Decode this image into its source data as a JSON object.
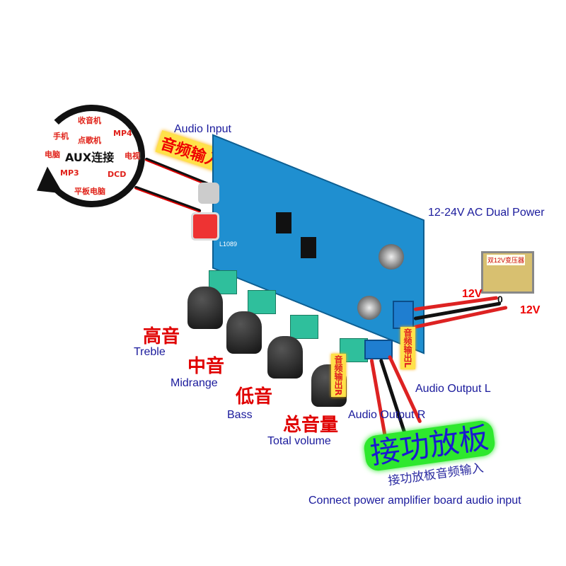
{
  "aux_circle": {
    "center_label": "AUX连接",
    "sources": [
      "收音机",
      "手机",
      "点歌机",
      "MP4",
      "电脑",
      "电视",
      "MP3",
      "DCD",
      "平板电脑"
    ]
  },
  "labels": {
    "audio_input_en": "Audio Input",
    "audio_input_cn": "音频输入",
    "power_en": "12-24V AC Dual Power",
    "transformer_cn": "双12V变压器",
    "v12_left": "12V",
    "v0": "0",
    "v12_right": "12V",
    "treble_cn": "高音",
    "treble_en": "Treble",
    "mid_cn": "中音",
    "mid_en": "Midrange",
    "bass_cn": "低音",
    "bass_en": "Bass",
    "volume_cn": "总音量",
    "volume_en": "Total volume",
    "out_r_cn": "音频输出R",
    "out_r_en": "Audio Output R",
    "out_l_cn": "音频输出L",
    "out_l_en": "Audio Output L",
    "amp_cn": "接功放板",
    "amp_sub_cn": "接功放板音频输入",
    "amp_en": "Connect power amplifier board audio input",
    "board_model": "L1089"
  },
  "colors": {
    "label_blue": "#1a1a9c",
    "label_red": "#e00000",
    "board": "#1f8fd0",
    "highlight_green": "#2ee82e"
  }
}
